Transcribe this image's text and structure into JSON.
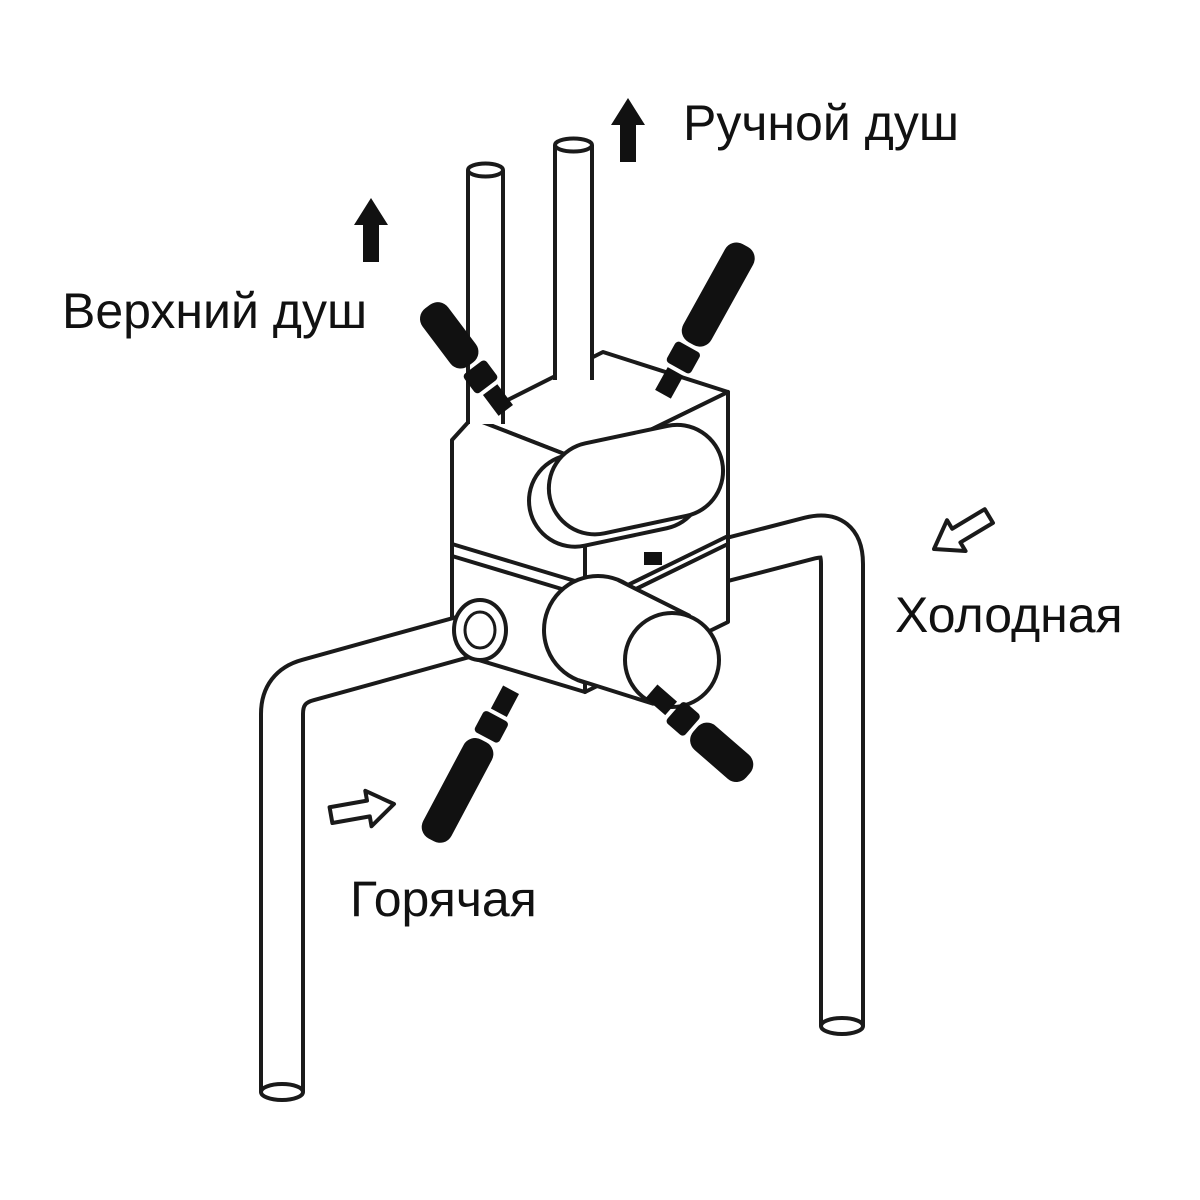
{
  "diagram": {
    "labels": {
      "hand_shower": "Ручной душ",
      "overhead_shower": "Верхний душ",
      "cold_water": "Холодная",
      "hot_water": "Горячая"
    },
    "icons": {
      "hand_shower_arrow": "up-arrow",
      "overhead_shower_arrow": "up-arrow",
      "cold_water_arrow": "left-down-arrow",
      "hot_water_arrow": "right-arrow"
    },
    "colors": {
      "line": "#1a1a1a",
      "fill": "#ffffff",
      "lever": "#111111",
      "background": "#ffffff"
    }
  }
}
